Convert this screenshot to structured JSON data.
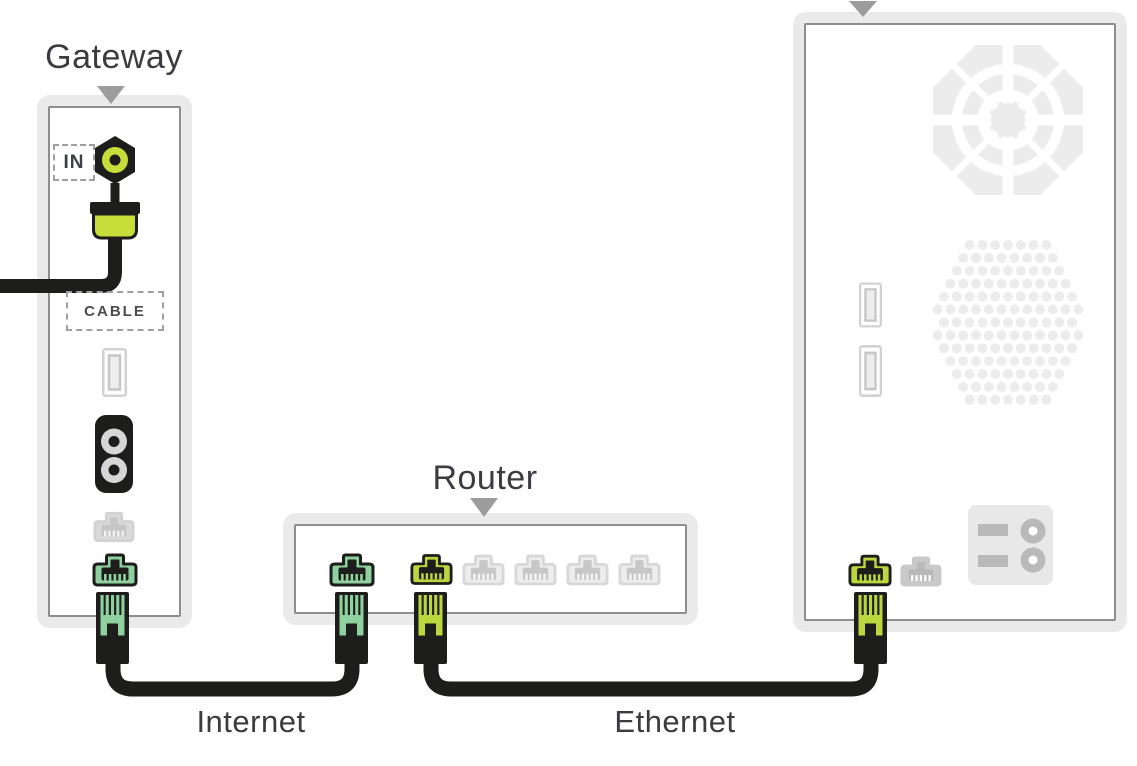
{
  "labels": {
    "coax_in": "IN",
    "cable": "CABLE"
  },
  "colors": {
    "ink": "#1d1d1b",
    "mint": "#8ed09e",
    "lime": "#bcd63e",
    "coax": "#c6dd3a",
    "panel": "#eaeaea",
    "line": "#8d8d8d",
    "arrow": "#9c9c9c",
    "text": "#3b3b42",
    "vent": "#ececec"
  },
  "devices": {
    "gateway": {
      "label": "Gateway",
      "ports": [
        {
          "name": "coax-in",
          "tag": "IN",
          "state": "connected"
        },
        {
          "name": "usb-port",
          "state": "empty"
        },
        {
          "name": "power-inlet",
          "state": "empty"
        },
        {
          "name": "ethernet-port-gray",
          "state": "empty"
        },
        {
          "name": "ethernet-port-green",
          "state": "connected"
        }
      ],
      "notes": [
        "CABLE"
      ]
    },
    "router": {
      "label": "Router",
      "ports": [
        {
          "name": "internet-port-green",
          "state": "connected"
        },
        {
          "name": "lan-port-green",
          "state": "connected"
        },
        {
          "name": "lan-port-2",
          "state": "empty"
        },
        {
          "name": "lan-port-3",
          "state": "empty"
        },
        {
          "name": "lan-port-4",
          "state": "empty"
        },
        {
          "name": "lan-port-5",
          "state": "empty"
        }
      ]
    },
    "computer": {
      "label": "",
      "features": [
        "fan-grille",
        "vent-holes",
        "usb-port-1",
        "usb-port-2",
        "power-socket"
      ],
      "ports": [
        {
          "name": "ethernet-port-green",
          "state": "connected"
        },
        {
          "name": "ethernet-port-gray",
          "state": "empty"
        }
      ]
    }
  },
  "connections": [
    {
      "label": "Internet",
      "from": "gateway",
      "to": "router"
    },
    {
      "label": "Ethernet",
      "from": "router",
      "to": "computer"
    }
  ]
}
